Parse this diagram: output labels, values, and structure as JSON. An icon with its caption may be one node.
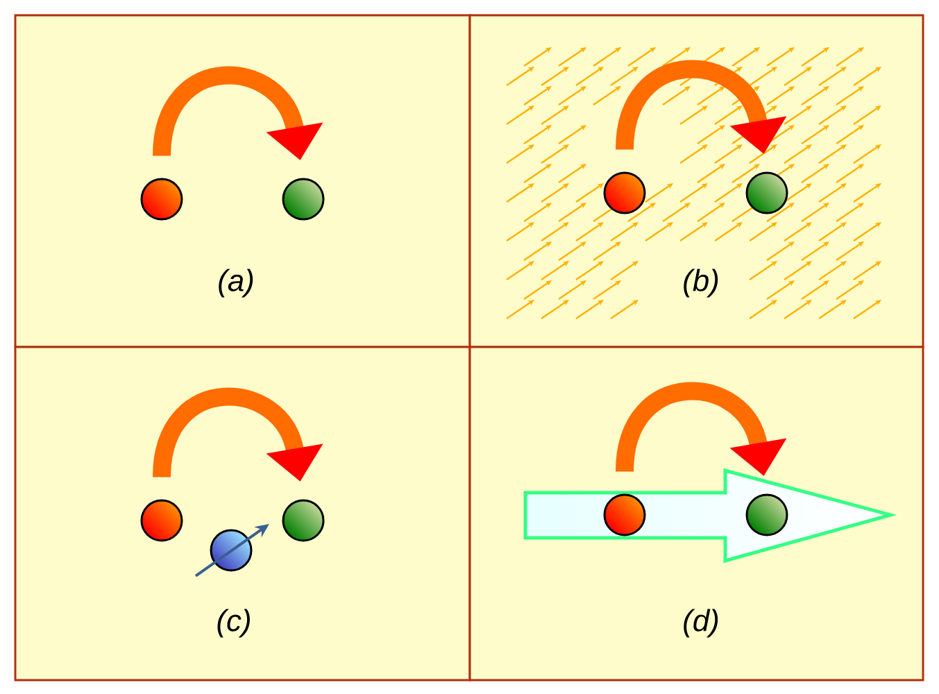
{
  "diagram": {
    "nodes": [
      {
        "text": [
          "(a)"
        ]
      },
      {
        "text": [],
        "shape": "circle",
        "in": 0
      },
      {
        "text": [],
        "shape": "circle",
        "in": 0
      },
      {
        "text": [
          "(b)"
        ]
      },
      {
        "text": [],
        "shape": "circle",
        "in": 3
      },
      {
        "text": [],
        "shape": "circle",
        "in": 3
      },
      {
        "text": [
          "(c)"
        ]
      },
      {
        "text": [],
        "shape": "circle",
        "in": 6
      },
      {
        "text": [],
        "shape": "circle",
        "in": 6
      },
      {
        "text": [],
        "shape": "circle",
        "in": 6
      },
      {
        "text": [
          "(d)"
        ]
      },
      {
        "text": [],
        "shape": "circle",
        "in": 10
      },
      {
        "text": [],
        "shape": "circle",
        "in": 10
      }
    ],
    "edges": [
      {
        "from": 1,
        "to": 2,
        "arrow": "to"
      },
      {
        "from": 4,
        "to": 5,
        "arrow": "to"
      },
      {
        "from": 7,
        "to": 9,
        "arrow": "to"
      },
      {
        "from": 11,
        "to": 12,
        "arrow": "to"
      }
    ]
  }
}
